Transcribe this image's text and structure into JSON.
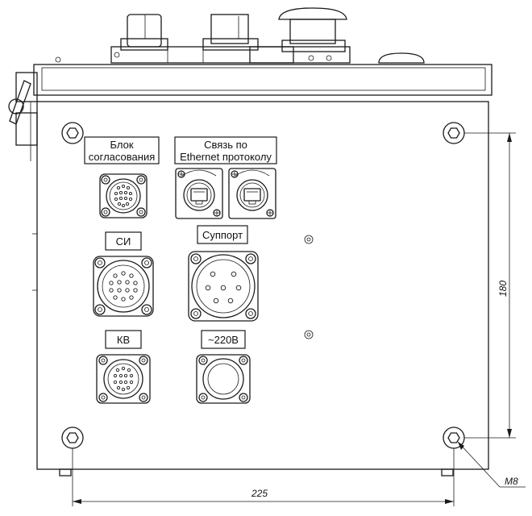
{
  "labels": {
    "coupling_block_line1": "Блок",
    "coupling_block_line2": "согласования",
    "ethernet_line1": "Связь по",
    "ethernet_line2": "Ethernet протоколу",
    "si": "СИ",
    "support": "Суппорт",
    "kv": "КВ",
    "power": "~220В"
  },
  "dimensions": {
    "height": "180",
    "width": "225",
    "thread": "М8"
  }
}
